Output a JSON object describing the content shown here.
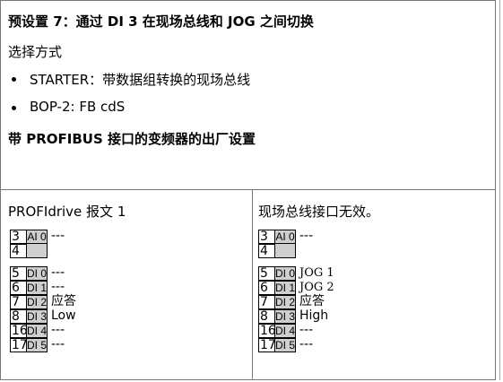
{
  "header": {
    "title": "预设置 7：通过 DI 3 在现场总线和 JOG 之间切换",
    "method": "选择方式",
    "bullets": [
      "STARTER：带数据组转换的现场总线",
      "BOP-2: FB cdS"
    ],
    "subtitle": "带 PROFIBUS 接口的变频器的出厂设置"
  },
  "left": {
    "title": "PROFIdrive 报文 1",
    "ai_rows": [
      {
        "num": "3",
        "label": "AI 0",
        "value": "---"
      },
      {
        "num": "4",
        "label": "",
        "value": ""
      }
    ],
    "di_rows": [
      {
        "num": "5",
        "label": "DI 0",
        "value": "---"
      },
      {
        "num": "6",
        "label": "DI 1",
        "value": "---"
      },
      {
        "num": "7",
        "label": "DI 2",
        "value": "应答"
      },
      {
        "num": "8",
        "label": "DI 3",
        "value": "Low"
      },
      {
        "num": "16",
        "label": "DI 4",
        "value": "---"
      },
      {
        "num": "17",
        "label": "DI 5",
        "value": "---"
      }
    ]
  },
  "right": {
    "title": "现场总线接口无效。",
    "ai_rows": [
      {
        "num": "3",
        "label": "AI 0",
        "value": "---"
      },
      {
        "num": "4",
        "label": "",
        "value": ""
      }
    ],
    "di_rows": [
      {
        "num": "5",
        "label": "DI 0",
        "value": "JOG 1"
      },
      {
        "num": "6",
        "label": "DI 1",
        "value": "JOG 2"
      },
      {
        "num": "7",
        "label": "DI 2",
        "value": "应答"
      },
      {
        "num": "8",
        "label": "DI 3",
        "value": "High"
      },
      {
        "num": "16",
        "label": "DI 4",
        "value": "---"
      },
      {
        "num": "17",
        "label": "DI 5",
        "value": "---"
      }
    ]
  }
}
